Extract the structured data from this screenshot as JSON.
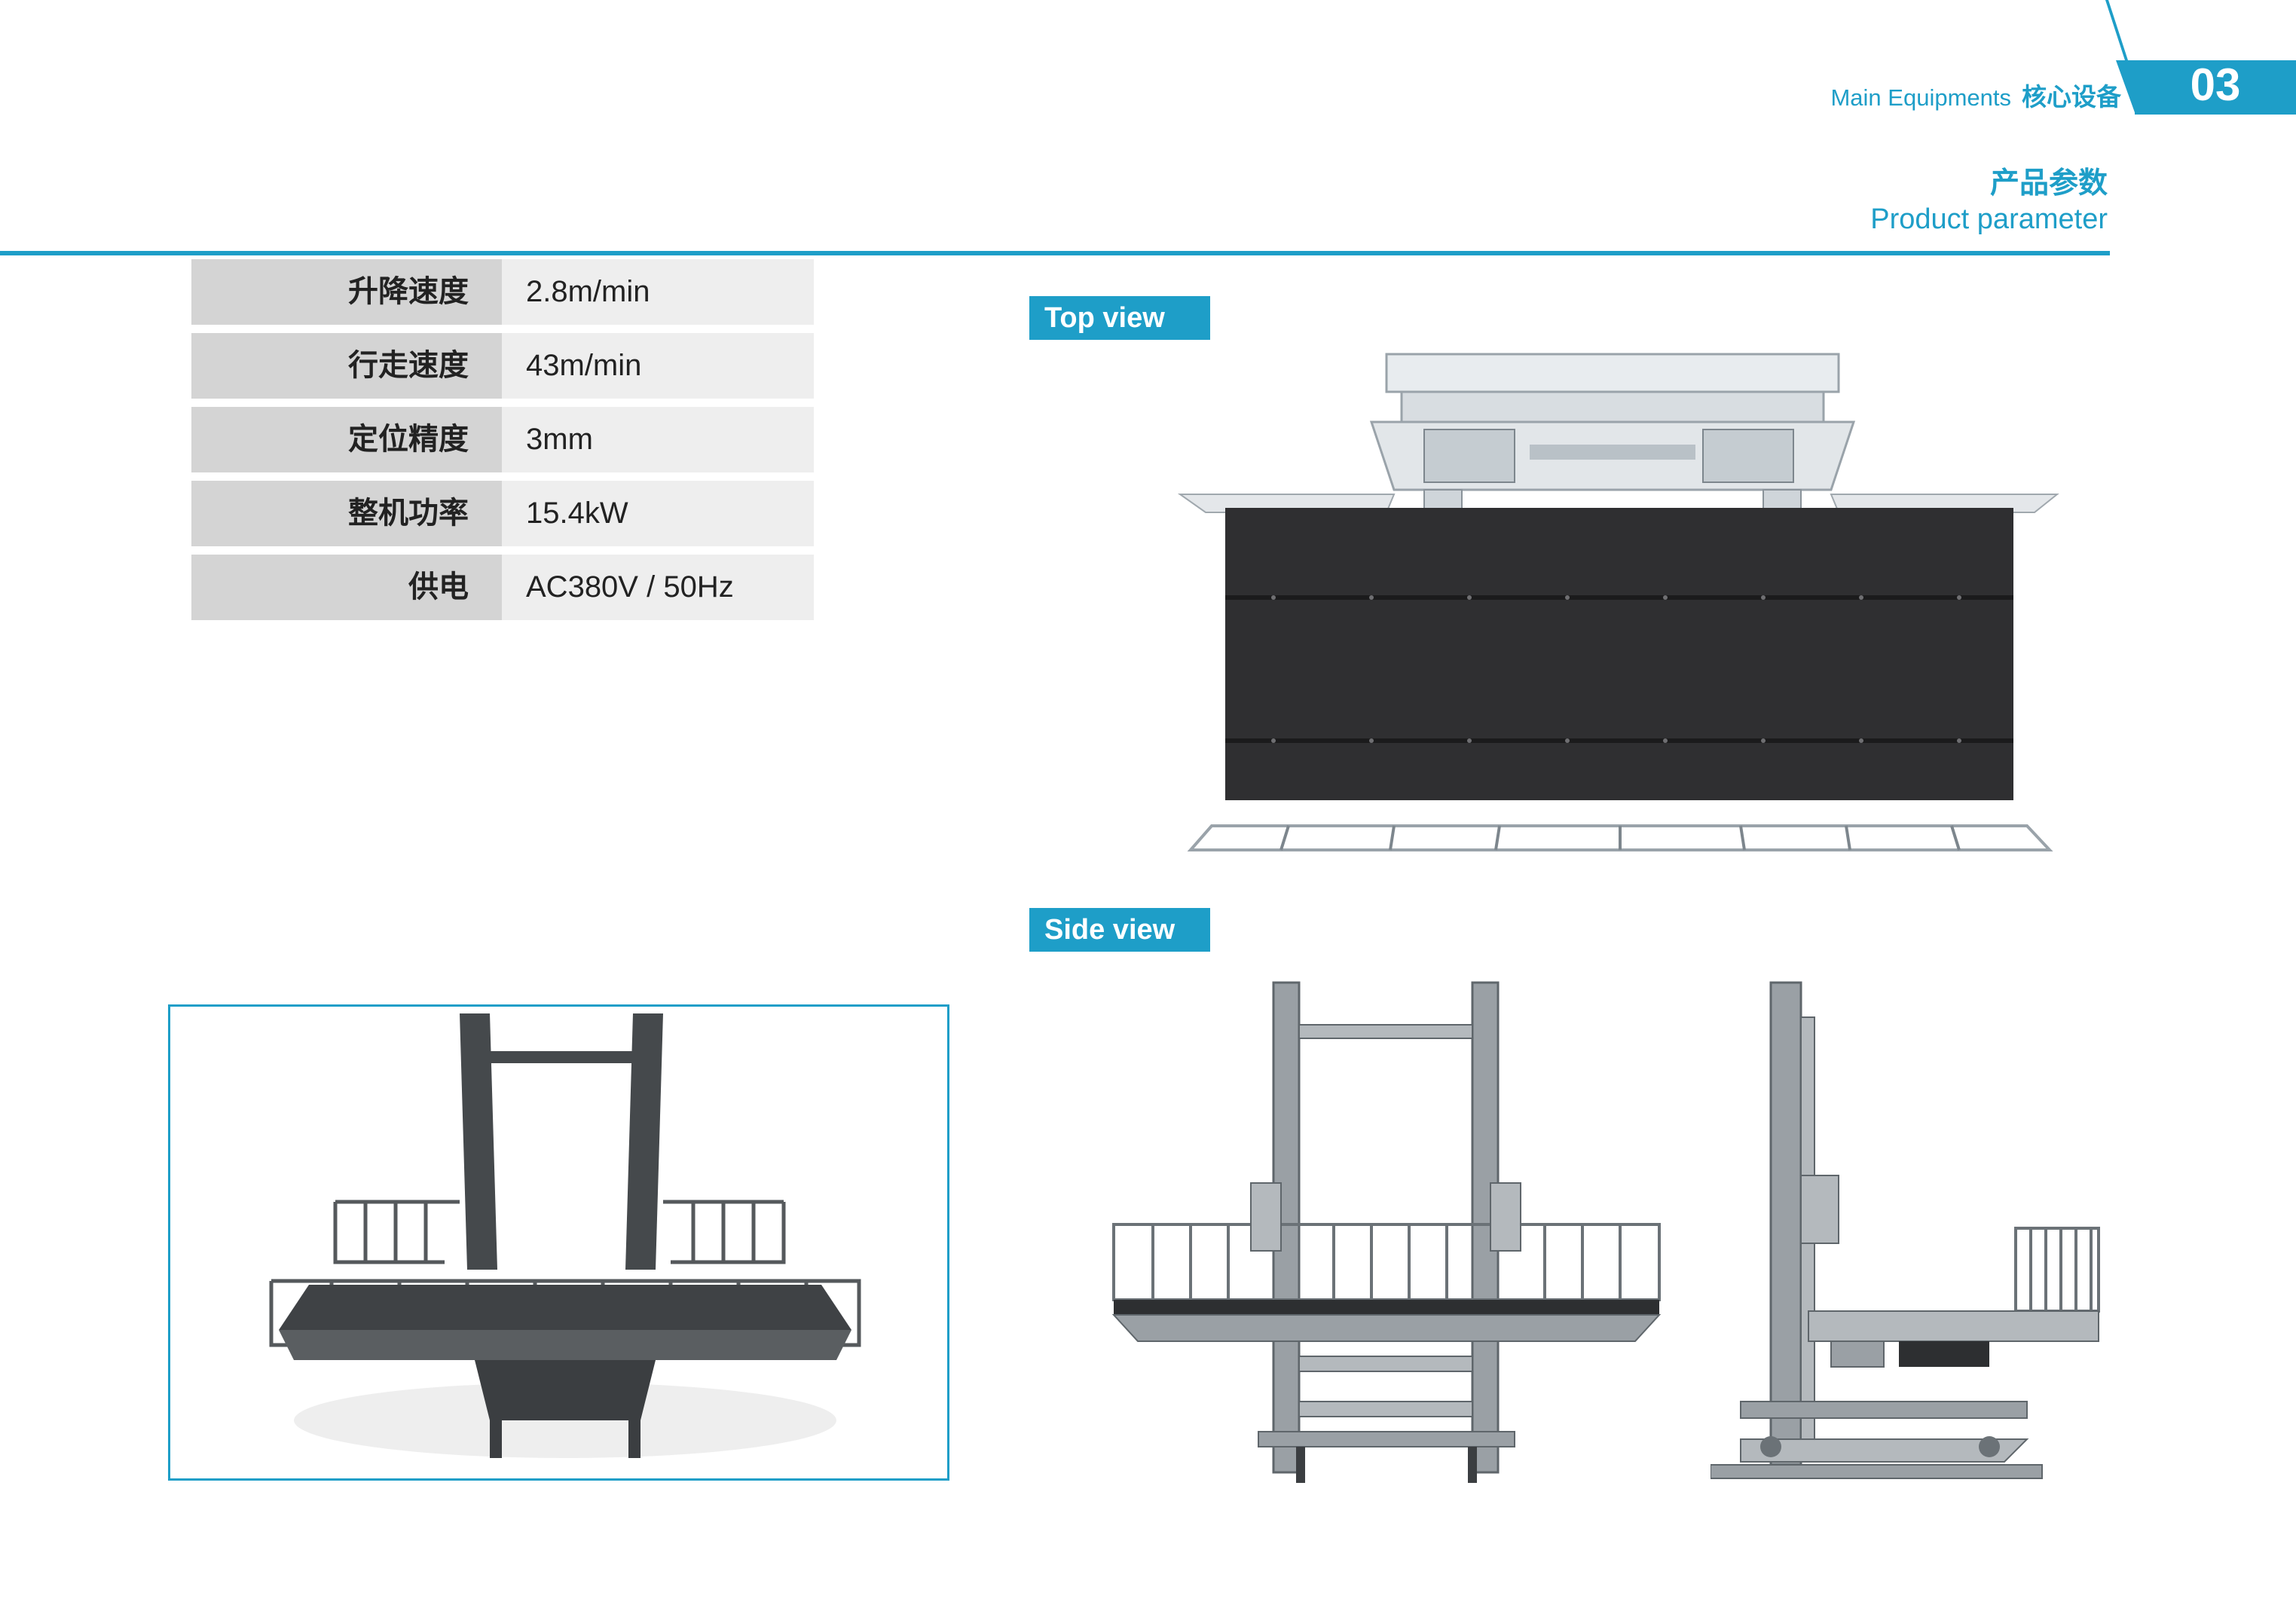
{
  "header": {
    "title_en": "Main Equipments",
    "title_cn": "核心设备",
    "page_number": "03",
    "accent_color": "#1e9ec8"
  },
  "section": {
    "title_cn": "产品参数",
    "title_en": "Product parameter"
  },
  "specs": [
    {
      "label": "升降速度",
      "value": "2.8m/min"
    },
    {
      "label": "行走速度",
      "value": "43m/min"
    },
    {
      "label": "定位精度",
      "value": "3mm"
    },
    {
      "label": "整机功率",
      "value": "15.4kW"
    },
    {
      "label": "供电",
      "value": "AC380V / 50Hz"
    }
  ],
  "views": {
    "top_label": "Top view",
    "side_label": "Side view"
  }
}
